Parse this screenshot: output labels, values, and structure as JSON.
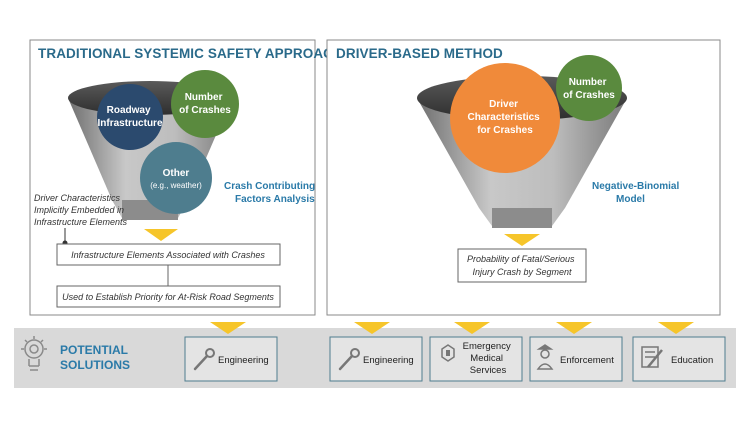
{
  "left_panel": {
    "title": "TRADITIONAL SYSTEMIC SAFETY APPROACH",
    "circles": {
      "roadway": [
        "Roadway",
        "Infrastructure"
      ],
      "crashes": [
        "Number",
        "of Crashes"
      ],
      "other": "Other",
      "other_sub": "(e.g., weather)"
    },
    "analysis_label": [
      "Crash Contributing",
      "Factors Analysis"
    ],
    "note": [
      "Driver Characteristics",
      "Implicitly Embedded in",
      "Infrastructure Elements"
    ],
    "box1": "Infrastructure Elements Associated with Crashes",
    "box2": "Used to Establish Priority for At-Risk Road Segments"
  },
  "right_panel": {
    "title": "DRIVER-BASED METHOD",
    "circles": {
      "driver": [
        "Driver",
        "Characteristics",
        "for Crashes"
      ],
      "crashes": [
        "Number",
        "of Crashes"
      ]
    },
    "model_label": [
      "Negative-Binomial",
      "Model"
    ],
    "box": [
      "Probability of Fatal/Serious",
      "Injury Crash by Segment"
    ]
  },
  "solutions": {
    "label": [
      "POTENTIAL",
      "SOLUTIONS"
    ],
    "items": [
      {
        "label": [
          "Engineering"
        ],
        "icon": "wrench-icon"
      },
      {
        "label": [
          "Engineering"
        ],
        "icon": "wrench-icon"
      },
      {
        "label": [
          "Emergency",
          "Medical",
          "Services"
        ],
        "icon": "hand-stop-icon"
      },
      {
        "label": [
          "Enforcement"
        ],
        "icon": "officer-icon"
      },
      {
        "label": [
          "Education"
        ],
        "icon": "notepad-pencil-icon"
      }
    ]
  },
  "colors": {
    "navy": "#2b4a6e",
    "green": "#5a8a3e",
    "teal": "#4e7d8e",
    "orange": "#f08a3a",
    "yellow": "#f6c52a",
    "title_blue": "#2a6a8a",
    "band": "#d9d9d9"
  }
}
